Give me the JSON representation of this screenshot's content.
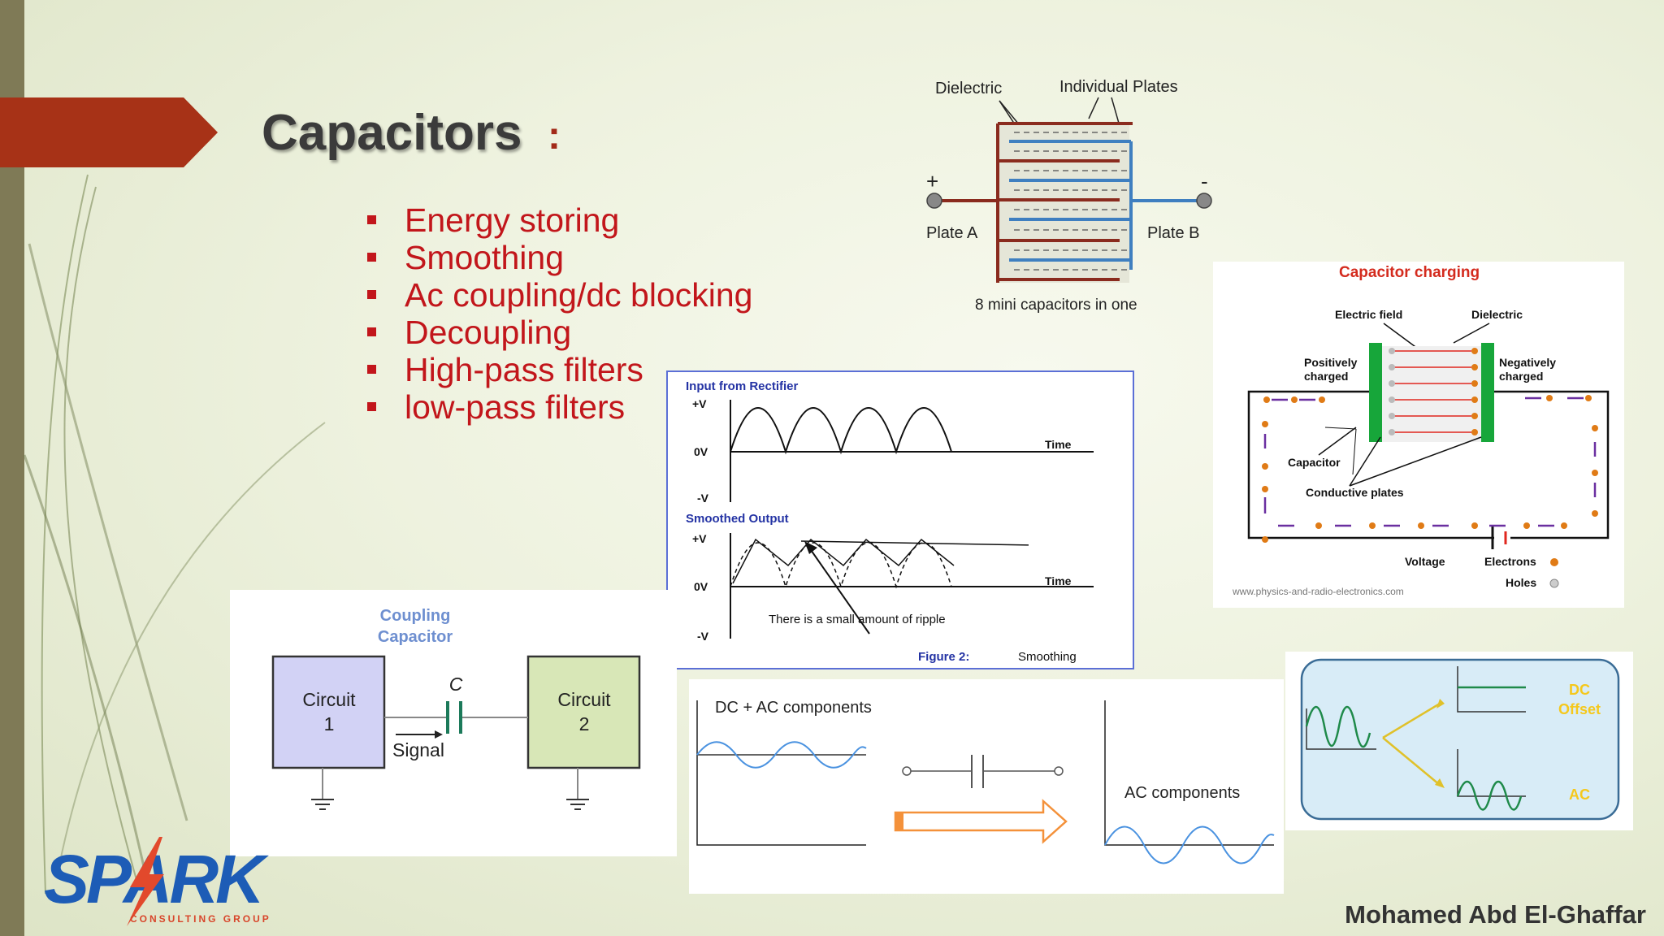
{
  "title": "Capacitors",
  "title_colon": ":",
  "bullets": [
    "Energy storing",
    "Smoothing",
    "Ac coupling/dc blocking",
    "Decoupling",
    "High-pass filters",
    "low-pass filters"
  ],
  "plates_diagram": {
    "dielectric": "Dielectric",
    "individual_plates": "Individual Plates",
    "plus": "+",
    "minus": "-",
    "plate_a": "Plate A",
    "plate_b": "Plate B",
    "caption": "8 mini capacitors in one"
  },
  "charging_diagram": {
    "title": "Capacitor charging",
    "electric_field": "Electric field",
    "dielectric": "Dielectric",
    "positively_charged": [
      "Positively",
      "charged"
    ],
    "negatively_charged": [
      "Negatively",
      "charged"
    ],
    "capacitor": "Capacitor",
    "conductive_plates": "Conductive plates",
    "voltage": "Voltage",
    "electrons": "Electrons",
    "holes": "Holes",
    "source_url": "www.physics-and-radio-electronics.com",
    "colors": {
      "title": "#d42b1e",
      "plate": "#17a63a",
      "arrow": "#6a2fa0",
      "field": "#e0271f",
      "electron": "#e07b16"
    }
  },
  "smoothing_diagram": {
    "input_title": "Input from Rectifier",
    "plus_v": "+V",
    "zero_v": "0V",
    "minus_v": "-V",
    "time": "Time",
    "output_title": "Smoothed Output",
    "ripple_note": "There is a small amount of ripple",
    "figure_label": "Figure 2:",
    "figure_caption": "Smoothing"
  },
  "coupling_diagram": {
    "title_line1": "Coupling",
    "title_line2": "Capacitor",
    "circuit1": [
      "Circuit",
      "1"
    ],
    "circuit2": [
      "Circuit",
      "2"
    ],
    "c_label": "C",
    "signal": "Signal"
  },
  "dcac_diagram": {
    "dc_ac_components": "DC + AC components",
    "ac_components": "AC components"
  },
  "offset_diagram": {
    "dc_offset": [
      "DC",
      "Offset"
    ],
    "ac": "AC"
  },
  "logo": {
    "text": "SPARK",
    "sub": "CONSULTING GROUP"
  },
  "author": "Mohamed Abd El-Ghaffar"
}
